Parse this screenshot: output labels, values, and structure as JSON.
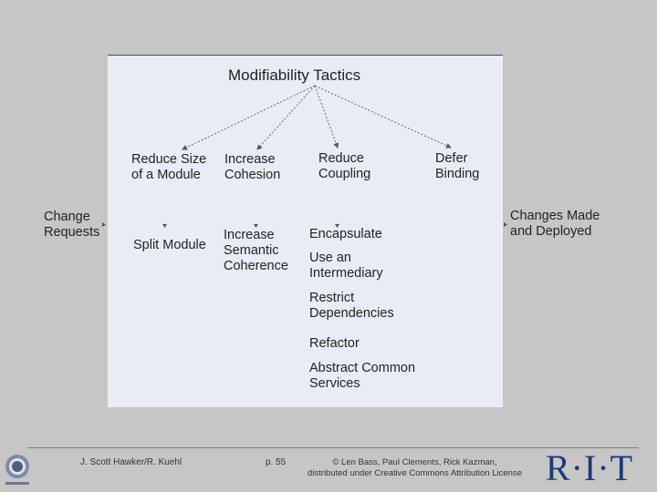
{
  "diagram": {
    "title": "Modifiability Tactics",
    "inputs": {
      "left": "Change\nRequests",
      "right": "Changes Made\nand Deployed"
    },
    "categories": [
      {
        "label": "Reduce Size\nof a Module"
      },
      {
        "label": "Increase\nCohesion"
      },
      {
        "label": "Reduce\nCoupling"
      },
      {
        "label": "Defer\nBinding"
      }
    ],
    "tactics": {
      "split": "Split Module",
      "semantic": "Increase\nSemantic\nCoherence",
      "encapsulate": "Encapsulate",
      "intermediary": "Use an\nIntermediary",
      "restrict": "Restrict\nDependencies",
      "refactor": "Refactor",
      "abstract": "Abstract Common\nServices"
    }
  },
  "footer": {
    "authors": "J. Scott Hawker/R. Kuehl",
    "page": "p. 55",
    "copyright": "© Len Bass, Paul Clements, Rick Kazman,\ndistributed under Creative Commons Attribution License",
    "logo_right": "R·I·T",
    "logo_left_name": "software-engineering-logo"
  },
  "colors": {
    "panel": "#e8edf5",
    "background": "#c6c6c6",
    "rit": "#1a3a7a"
  }
}
